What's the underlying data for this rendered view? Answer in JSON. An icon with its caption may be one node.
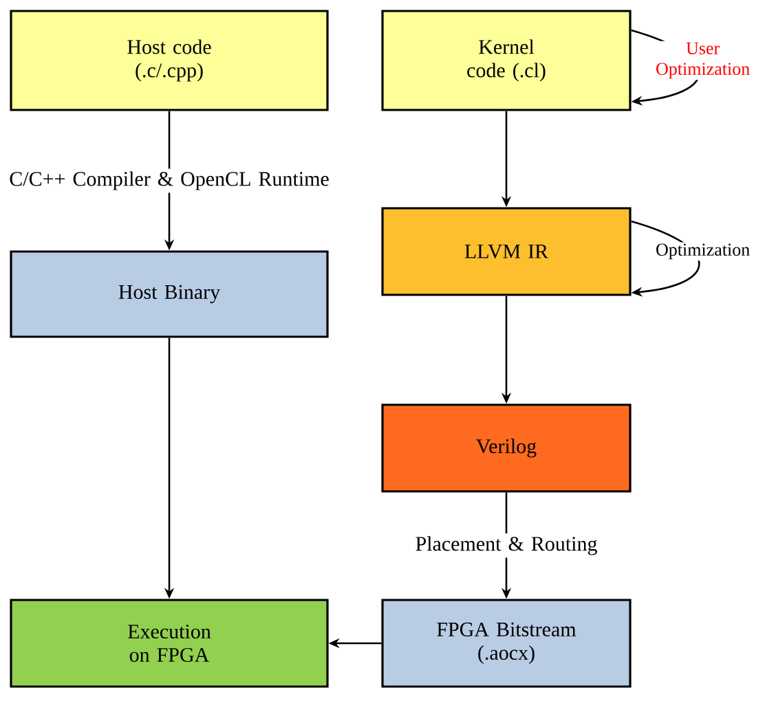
{
  "diagram": {
    "nodes": [
      {
        "text": [
          "Host code (.c/.cpp)"
        ]
      },
      {
        "text": [
          "Kernel code (.cl)"
        ]
      },
      {
        "text": [
          "Host Binary"
        ]
      },
      {
        "text": [
          "LLVM IR"
        ]
      },
      {
        "text": [
          "Verilog"
        ]
      },
      {
        "text": [
          "FPGA Bitstream (.aocx)"
        ]
      },
      {
        "text": [
          "Execution on FPGA"
        ]
      }
    ],
    "edges": [
      {
        "from": 0,
        "to": 2,
        "arrow": "to",
        "label": "C/C++ Compiler & OpenCL Runtime"
      },
      {
        "from": 1,
        "to": 1,
        "arrow": "to",
        "label": "User Optimization"
      },
      {
        "from": 1,
        "to": 3,
        "arrow": "to"
      },
      {
        "from": 3,
        "to": 3,
        "arrow": "to",
        "label": "Optimization"
      },
      {
        "from": 3,
        "to": 4,
        "arrow": "to"
      },
      {
        "from": 4,
        "to": 5,
        "arrow": "to",
        "label": "Placement & Routing"
      },
      {
        "from": 2,
        "to": 6,
        "arrow": "to"
      },
      {
        "from": 5,
        "to": 6,
        "arrow": "to"
      }
    ]
  }
}
